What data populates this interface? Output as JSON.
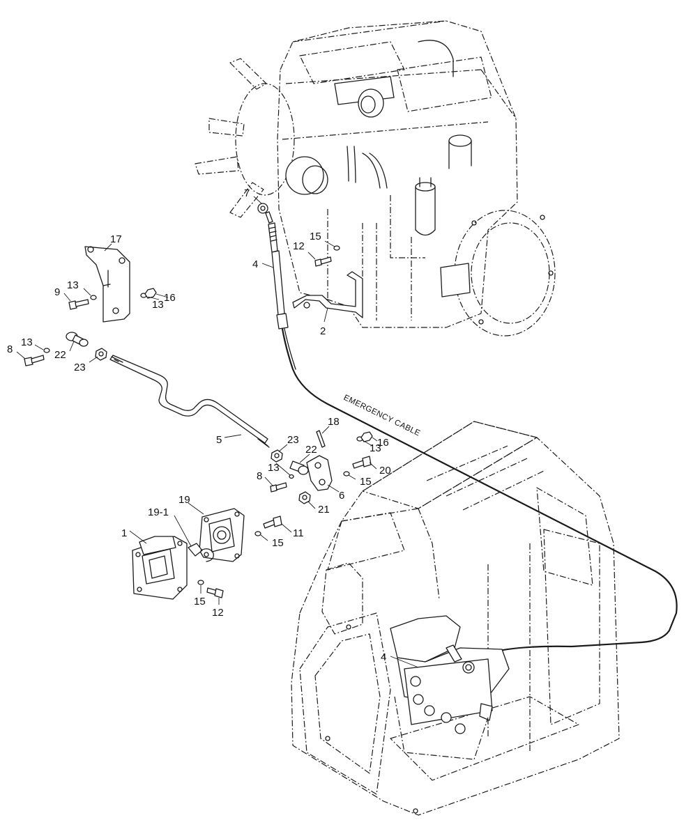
{
  "diagram": {
    "cable_label": "EMERGENCY CABLE",
    "callouts": {
      "c1": "1",
      "c2": "2",
      "c4a": "4",
      "c4b": "4",
      "c5": "5",
      "c6": "6",
      "c7": "7",
      "c8a": "8",
      "c8b": "8",
      "c9": "9",
      "c11": "11",
      "c12a": "12",
      "c12b": "12",
      "c13a": "13",
      "c13b": "13",
      "c13c": "13",
      "c13d": "13",
      "c13e": "13",
      "c15a": "15",
      "c15b": "15",
      "c15c": "15",
      "c15d": "15",
      "c16a": "16",
      "c16b": "16",
      "c17": "17",
      "c18": "18",
      "c19": "19",
      "c19_1": "19-1",
      "c20": "20",
      "c21": "21",
      "c22a": "22",
      "c22b": "22",
      "c23a": "23",
      "c23b": "23"
    }
  }
}
